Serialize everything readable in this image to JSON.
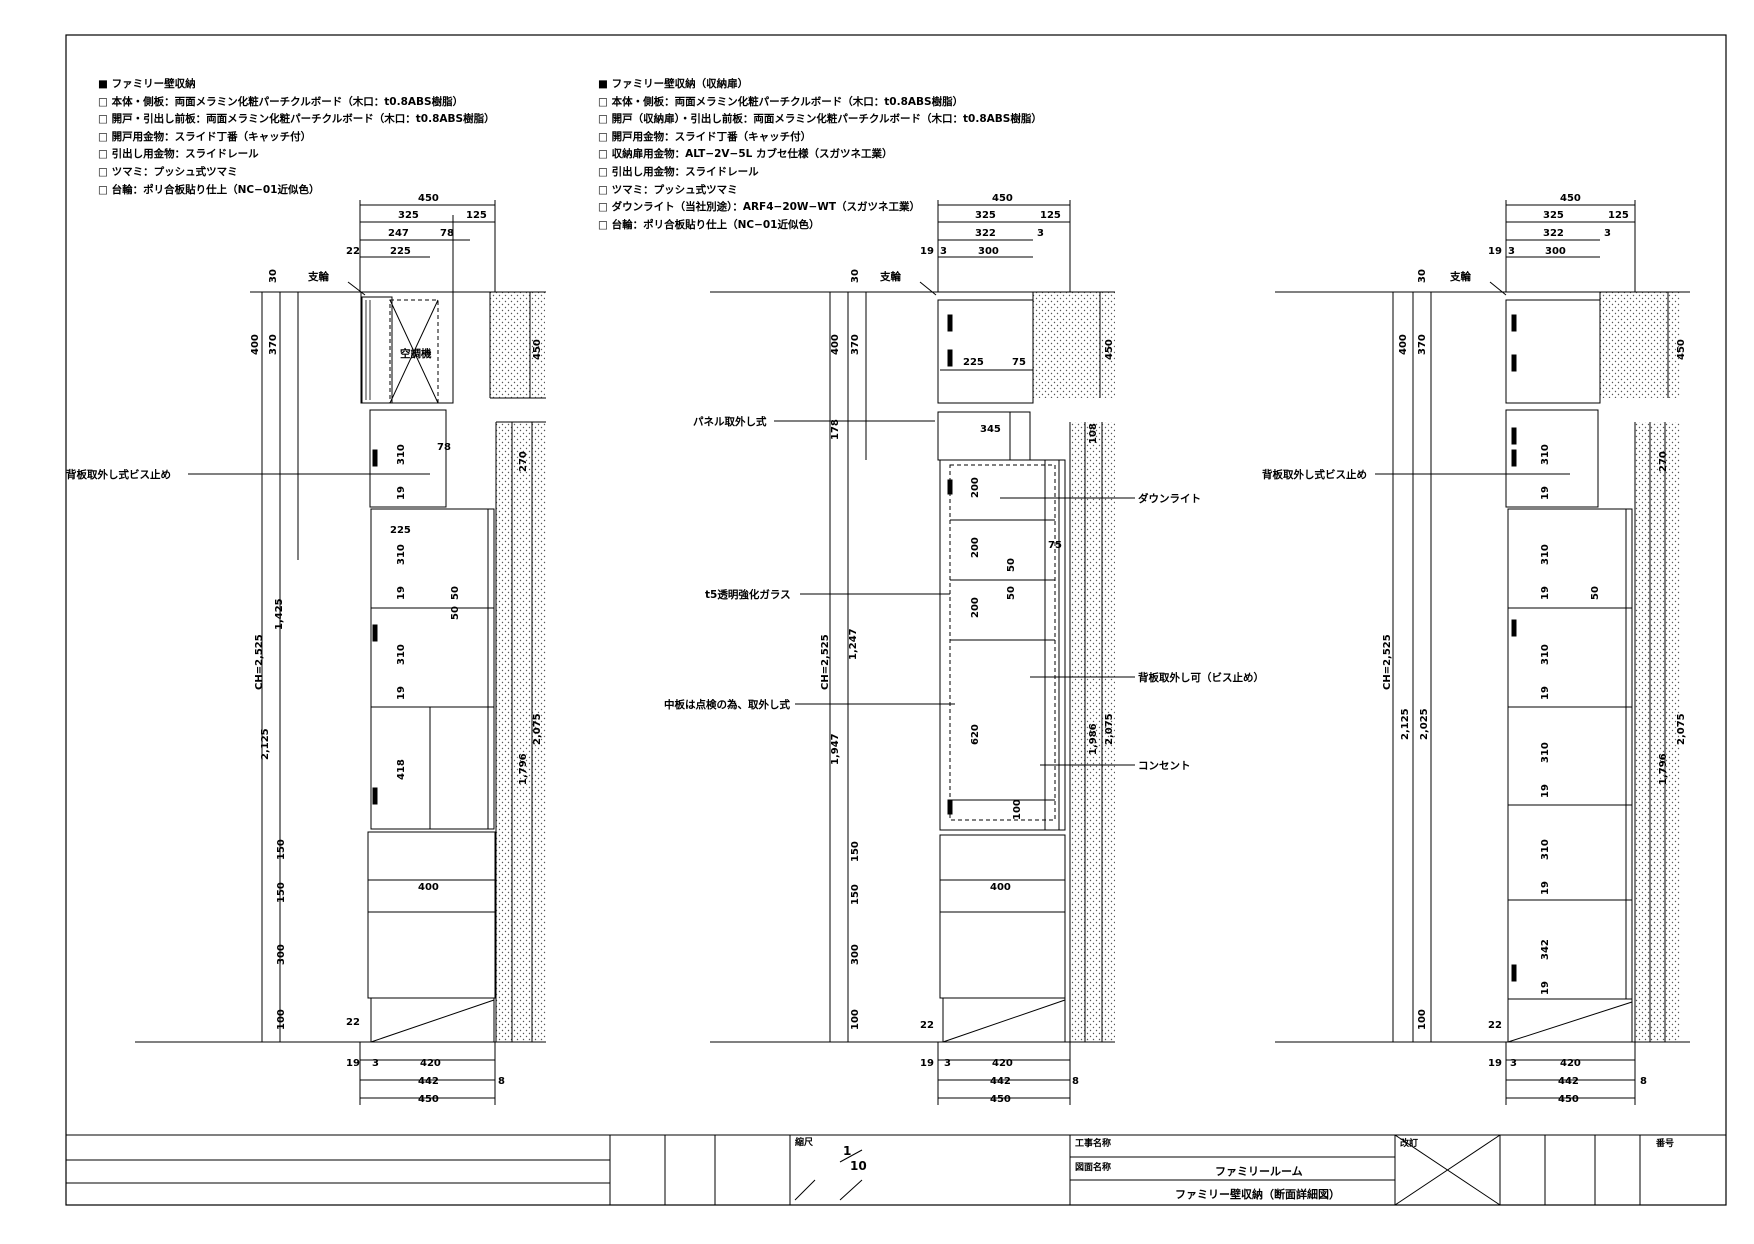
{
  "specs": {
    "left": {
      "title": "■ ファミリー壁収納",
      "items": [
        "□ 本体・側板：両面メラミン化粧パーチクルボード（木口：t0.8ABS樹脂）",
        "□ 開戸・引出し前板：両面メラミン化粧パーチクルボード（木口：t0.8ABS樹脂）",
        "□ 開戸用金物：スライド丁番（キャッチ付）",
        "□ 引出し用金物：スライドレール",
        "□ ツマミ：プッシュ式ツマミ",
        "□ 台輪：ポリ合板貼り仕上（NC−01近似色）"
      ]
    },
    "center": {
      "title": "■ ファミリー壁収納（収納扉）",
      "items": [
        "□ 本体・側板：両面メラミン化粧パーチクルボード（木口：t0.8ABS樹脂）",
        "□ 開戸（収納扉）・引出し前板：両面メラミン化粧パーチクルボード（木口：t0.8ABS樹脂）",
        "□ 開戸用金物：スライド丁番（キャッチ付）",
        "□ 収納扉用金物：ALT−2V−5L カブセ仕様（スガツネ工業）",
        "□ 引出し用金物：スライドレール",
        "□ ツマミ：プッシュ式ツマミ",
        "□ ダウンライト（当社別途）：ARF4−20W−WT（スガツネ工業）",
        "□ 台輪：ポリ合板貼り仕上（NC−01近似色）"
      ]
    }
  },
  "labels": {
    "support": "支輪",
    "aircon": "空調機",
    "backboard_left": "背板取外し式ビス止め",
    "backboard_right": "背板取外し式ビス止め",
    "panel_removable": "パネル取外し式",
    "downlight": "ダウンライト",
    "glass": "t5透明強化ガラス",
    "backboard_center": "背板取外し可（ビス止め）",
    "mid_shelf": "中板は点検の為、取外し式",
    "outlet": "コンセント"
  },
  "dims": {
    "left": {
      "w450": "450",
      "w325": "325",
      "w125": "125",
      "w247": "247",
      "w78": "78",
      "w22": "22",
      "w225": "225",
      "h30": "30",
      "h400": "400",
      "h370": "370",
      "h450": "450",
      "h310a": "310",
      "w78b": "78",
      "h19a": "19",
      "h270": "270",
      "w225b": "225",
      "h310b": "310",
      "h19b": "19",
      "h50a": "50",
      "h50b": "50",
      "h1425": "1,425",
      "ch": "CH=2,525",
      "h310c": "310",
      "h19c": "19",
      "h2125": "2,125",
      "h418": "418",
      "h2075": "2,075",
      "h1796": "1,796",
      "h150a": "150",
      "h150b": "150",
      "w400": "400",
      "h300": "300",
      "h100": "100",
      "w22b": "22",
      "w19": "19",
      "w3": "3",
      "w420": "420",
      "w442": "442",
      "w8": "8",
      "w450b": "450"
    },
    "center": {
      "w450": "450",
      "w325": "325",
      "w125": "125",
      "w322": "322",
      "w3": "3",
      "w19": "19",
      "w3b": "3",
      "w300": "300",
      "h30": "30",
      "h400": "400",
      "h370": "370",
      "h450": "450",
      "w225": "225",
      "w75": "75",
      "h178": "178",
      "w345": "345",
      "h108": "108",
      "h200a": "200",
      "h200b": "200",
      "h200c": "200",
      "h50a": "50",
      "h50b": "50",
      "w75b": "75",
      "ch": "CH=2,525",
      "h1247": "1,247",
      "h620": "620",
      "h1986": "1,986",
      "h2075": "2,075",
      "h1947": "1,947",
      "h100": "100",
      "h150a": "150",
      "h150b": "150",
      "w400": "400",
      "h300": "300",
      "h100b": "100",
      "w22": "22",
      "w19b": "19",
      "w3c": "3",
      "w420": "420",
      "w442": "442",
      "w8": "8",
      "w450b": "450"
    },
    "right": {
      "w450": "450",
      "w325": "325",
      "w125": "125",
      "w322": "322",
      "w3": "3",
      "w19": "19",
      "w3b": "3",
      "w300": "300",
      "h30": "30",
      "h400": "400",
      "h370": "370",
      "h450": "450",
      "h310a": "310",
      "h19a": "19",
      "h270": "270",
      "h310b": "310",
      "h19b": "19",
      "h50": "50",
      "ch": "CH=2,525",
      "h2125": "2,125",
      "h2025": "2,025",
      "h310c": "310",
      "h19c": "19",
      "h310d": "310",
      "h19d": "19",
      "h2075": "2,075",
      "h1796": "1,796",
      "h310e": "310",
      "h19e": "19",
      "h342": "342",
      "h19f": "19",
      "h100": "100",
      "w22": "22",
      "w19b": "19",
      "w3c": "3",
      "w420": "420",
      "w442": "442",
      "w8": "8",
      "w450b": "450"
    }
  },
  "title_block": {
    "scale_label": "縮尺",
    "scale_num": "1",
    "scale_den": "10",
    "project_label": "工事名称",
    "drawing_label": "図面名称",
    "room_name": "ファミリールーム",
    "drawing_name": "ファミリー壁収納（断面詳細図）",
    "revision_label": "改訂",
    "number_label": "番号"
  }
}
